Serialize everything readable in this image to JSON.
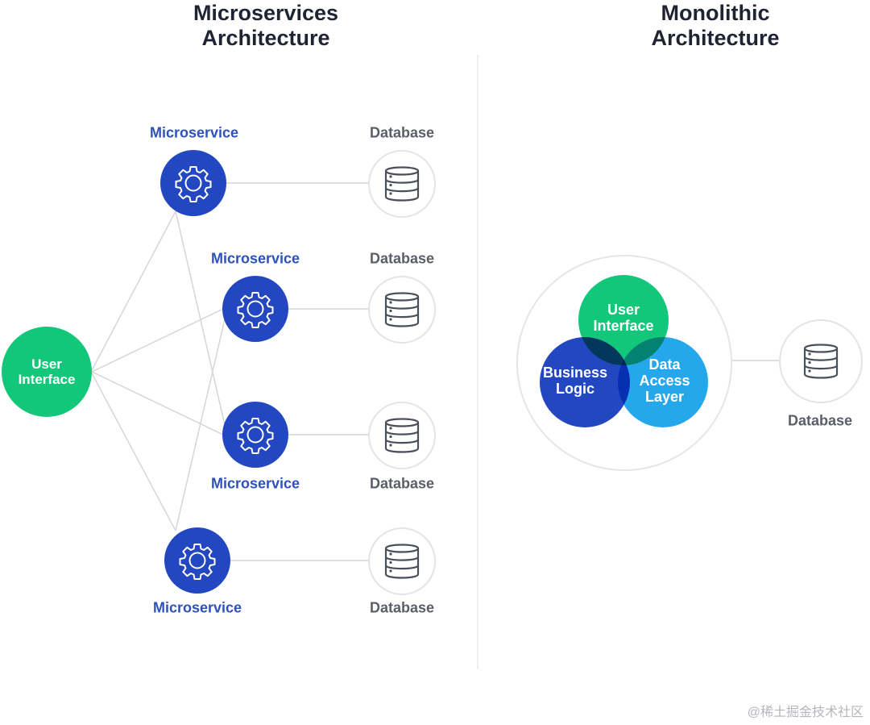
{
  "microservices": {
    "title_line1": "Microservices",
    "title_line2": "Architecture",
    "user_interface_line1": "User",
    "user_interface_line2": "Interface",
    "services": [
      {
        "label": "Microservice",
        "db_label": "Database"
      },
      {
        "label": "Microservice",
        "db_label": "Database"
      },
      {
        "label": "Microservice",
        "db_label": "Database"
      },
      {
        "label": "Microservice",
        "db_label": "Database"
      }
    ]
  },
  "monolithic": {
    "title_line1": "Monolithic",
    "title_line2": "Architecture",
    "user_interface": [
      "User",
      "Interface"
    ],
    "business_logic": [
      "Business",
      "Logic"
    ],
    "data_access": [
      "Data",
      "Access",
      "Layer"
    ],
    "db_label": "Database"
  },
  "watermark": "@稀土掘金技术社区",
  "colors": {
    "green": "#13c77a",
    "dark_blue": "#2347c0",
    "light_blue": "#25a7ec",
    "label_blue": "#2d52b9",
    "line_gray": "#d4d6da"
  },
  "icons": {
    "microservice": "gear-icon",
    "database": "database-icon"
  }
}
